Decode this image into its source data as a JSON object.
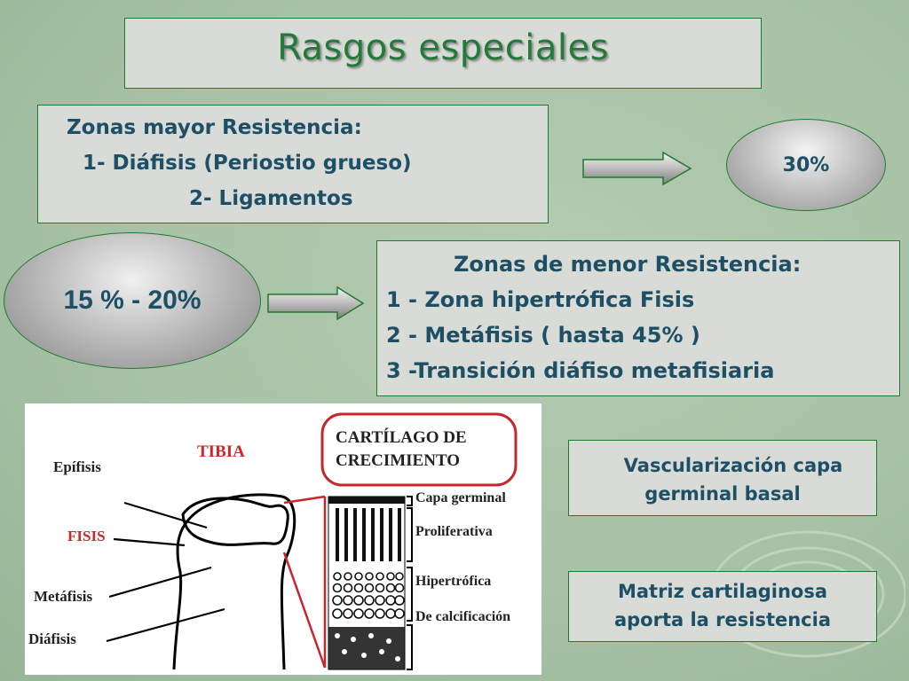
{
  "title": "Rasgos especiales",
  "zone_high": {
    "heading": "Zonas mayor Resistencia:",
    "item1": "1- Diáfisis (Periostio grueso)",
    "item2": "2- Ligamentos"
  },
  "zone_high_percent": "30%",
  "zone_low_percent": "15 % - 20%",
  "zone_low": {
    "heading": "Zonas de menor Resistencia:",
    "item1": "1 - Zona hipertrófica Fisis",
    "item2": "2 - Metáfisis ( hasta 45% )",
    "item3": "3 -Transición diáfiso metafisiaria"
  },
  "diagram": {
    "tibia": "TIBIA",
    "cartilago_line1": "CARTÍLAGO DE",
    "cartilago_line2": "CRECIMIENTO",
    "epifisis": "Epífisis",
    "fisis": "FISIS",
    "metafisis": "Metáfisis",
    "diafisis": "Diáfisis",
    "capa_germinal": "Capa germinal",
    "proliferativa": "Proliferativa",
    "hipertrofica": "Hipertrófica",
    "calcificacion": "De calcificación"
  },
  "vascularizacion": {
    "line1": "Vascularización capa",
    "line2": "germinal basal"
  },
  "matriz": {
    "line1": "Matriz cartilaginosa",
    "line2": "aporta la resistencia"
  },
  "colors": {
    "background": "#a7c2a6",
    "box_fill": "#d9dbd6",
    "box_border": "#1f7a2a",
    "title": "#237a3a",
    "text": "#1d4f66",
    "label_red": "#d8232a"
  }
}
